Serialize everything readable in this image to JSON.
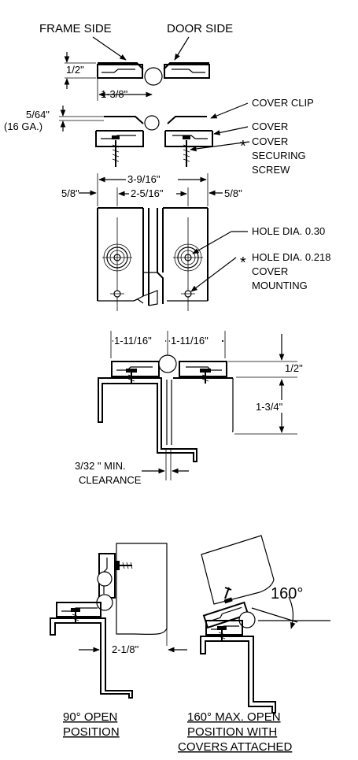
{
  "top": {
    "frame_side": "FRAME SIDE",
    "door_side": "DOOR SIDE",
    "dim_half": "1/2\"",
    "dim_one_three_eighths": "1-3/8\"",
    "dim_gauge": "5/64\"",
    "dim_gauge_sub": "(16 GA.)",
    "cover_clip": "COVER CLIP",
    "cover": "COVER",
    "screw_line1": "COVER",
    "screw_line2": "SECURING",
    "screw_line3": "SCREW",
    "asterisk": "*"
  },
  "leaf": {
    "dim_total": "3-9/16\"",
    "dim_center": "2-5/16\"",
    "dim_left": "5/8\"",
    "dim_right": "5/8\"",
    "hole_label": "HOLE DIA. 0.30",
    "mount_line1": "HOLE DIA. 0.218",
    "mount_line2": "COVER",
    "mount_line3": "MOUNTING",
    "asterisk": "*"
  },
  "installed": {
    "dim_left": "1-11/16\"",
    "dim_right": "1-11/16\"",
    "dim_half": "1/2\"",
    "dim_depth": "1-3/4\"",
    "clearance_line1": "3/32 \" MIN.",
    "clearance_line2": "CLEARANCE"
  },
  "open": {
    "dim_offset": "2-1/8\"",
    "angle": "160°",
    "caption_left_line1": "90° OPEN",
    "caption_left_line2": "POSITION",
    "caption_right_line1": "160° MAX. OPEN",
    "caption_right_line2": "POSITION WITH",
    "caption_right_line3": "COVERS ATTACHED"
  }
}
